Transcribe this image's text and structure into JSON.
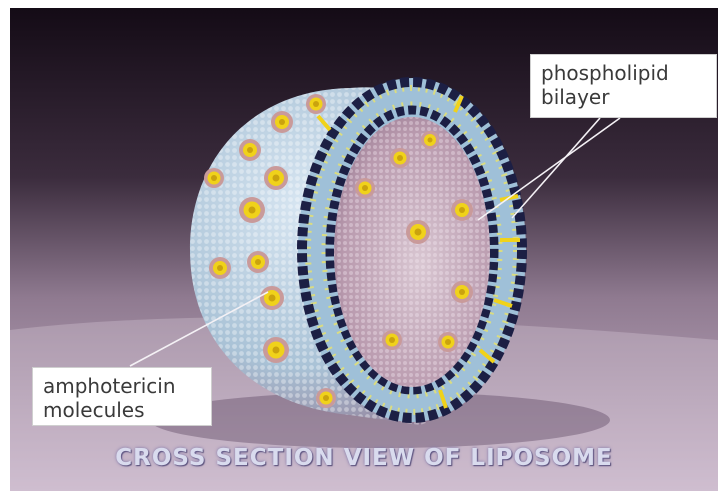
{
  "labels": {
    "bilayer_line1": "phospholipid",
    "bilayer_line2": "bilayer",
    "ampho_line1": "amphotericin",
    "ampho_line2": "molecules"
  },
  "caption": "CROSS SECTION VIEW OF LIPOSOME",
  "colors": {
    "background_top": "#1a0f1c",
    "background_bottom": "#c7b4c8",
    "outer_surface": "#b8cfe0",
    "inner_surface": "#c9aebf",
    "lipid_head": "#1c1f44",
    "drug_yellow": "#f0d21a",
    "drug_halo": "#c99a9a"
  }
}
